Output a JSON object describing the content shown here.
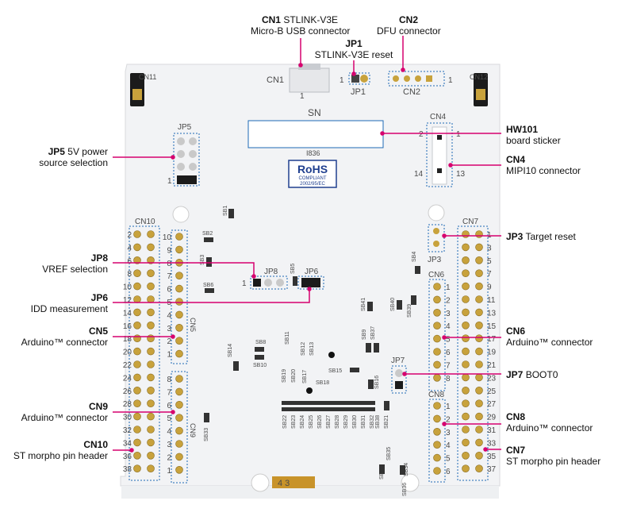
{
  "callouts": {
    "cn1": {
      "name": "CN1",
      "desc": "STLINK-V3E",
      "desc2": "Micro-B USB connector"
    },
    "cn2": {
      "name": "CN2",
      "desc": "DFU connector"
    },
    "jp1": {
      "name": "JP1",
      "desc": "STLINK-V3E reset"
    },
    "hw101": {
      "name": "HW101",
      "desc": "board sticker"
    },
    "cn4": {
      "name": "CN4",
      "desc": "MIPI10 connector"
    },
    "jp3": {
      "name": "JP3",
      "desc": "Target reset"
    },
    "cn6": {
      "name": "CN6",
      "desc": "Arduino™ connector"
    },
    "jp7": {
      "name": "JP7",
      "desc": "BOOT0"
    },
    "cn8": {
      "name": "CN8",
      "desc": "Arduino™ connector"
    },
    "cn7": {
      "name": "CN7",
      "desc": "ST morpho pin header"
    },
    "jp5": {
      "name": "JP5",
      "desc": "5V power",
      "desc2": "source selection"
    },
    "jp8": {
      "name": "JP8",
      "desc": "VREF selection"
    },
    "jp6": {
      "name": "JP6",
      "desc": "IDD measurement"
    },
    "cn5": {
      "name": "CN5",
      "desc": "Arduino™ connector"
    },
    "cn9": {
      "name": "CN9",
      "desc": "Arduino™ connector"
    },
    "cn10": {
      "name": "CN10",
      "desc": "ST morpho pin header"
    }
  },
  "board": {
    "cn1": "CN1",
    "cn2": "CN2",
    "jp1": "JP1",
    "jp5": "JP5",
    "jp3": "JP3",
    "jp8": "JP8",
    "jp6": "JP6",
    "jp7": "JP7",
    "cn4": "CN4",
    "cn5": "CN5",
    "cn6": "CN6",
    "cn7": "CN7",
    "cn8": "CN8",
    "cn9": "CN9",
    "cn10": "CN10",
    "cn11": "CN11",
    "cn12": "CN12",
    "sn": "SN",
    "sticker_code": "I836",
    "rohs": "RoHS",
    "rohs_compliant": "COMPLIANT",
    "rohs_directive": "2002/95/EC",
    "bottom_code": "4 3",
    "one": "1",
    "two": "2",
    "thirteen": "13",
    "fourteen": "14",
    "sb": {
      "sb1": "SB1",
      "sb2": "SB2",
      "sb3": "SB3",
      "sb4": "SB4",
      "sb5": "SB5",
      "sb6": "SB6",
      "sb8": "SB8",
      "sb9": "SB9",
      "sb10": "SB10",
      "sb11": "SB11",
      "sb12": "SB12",
      "sb13": "SB13",
      "sb14": "SB14",
      "sb15": "SB15",
      "sb16": "SB16",
      "sb17": "SB17",
      "sb18": "SB18",
      "sb19": "SB19",
      "sb20": "SB20",
      "sb21": "SB21",
      "sb22": "SB22",
      "sb23": "SB23",
      "sb24": "SB24",
      "sb25": "SB25",
      "sb26": "SB26",
      "sb27": "SB27",
      "sb28": "SB28",
      "sb29": "SB29",
      "sb30": "SB30",
      "sb31": "SB31",
      "sb32": "SB32",
      "sb33": "SB33",
      "sb34": "SB34",
      "sb35": "SB35",
      "sb36": "SB36",
      "sb37": "SB37",
      "sb38": "SB38",
      "sb39": "SB39",
      "sb40": "SB40",
      "sb41": "SB41"
    },
    "cn10_left_numbers": [
      "2",
      "4",
      "6",
      "8",
      "10",
      "12",
      "14",
      "16",
      "18",
      "20",
      "22",
      "24",
      "26",
      "28",
      "30",
      "32",
      "34",
      "36",
      "38"
    ],
    "cn5_numbers": [
      "10",
      "9",
      "8",
      "7",
      "6",
      "5",
      "4",
      "3",
      "2",
      "1"
    ],
    "cn9_numbers": [
      "8",
      "7",
      "6",
      "5",
      "4",
      "3",
      "2",
      "1"
    ],
    "cn7_right_numbers": [
      "1",
      "3",
      "5",
      "7",
      "9",
      "11",
      "13",
      "15",
      "17",
      "19",
      "21",
      "23",
      "25",
      "27",
      "29",
      "31",
      "33",
      "35",
      "37"
    ],
    "cn6_numbers": [
      "1",
      "2",
      "3",
      "4",
      "5",
      "6",
      "7",
      "8"
    ],
    "cn8_numbers": [
      "1",
      "2",
      "3",
      "4",
      "5",
      "6"
    ]
  },
  "colors": {
    "callout_line": "#d6006e",
    "outline": "#1d6ab5",
    "board": "#f2f3f5",
    "pin": "#c8a23c"
  }
}
